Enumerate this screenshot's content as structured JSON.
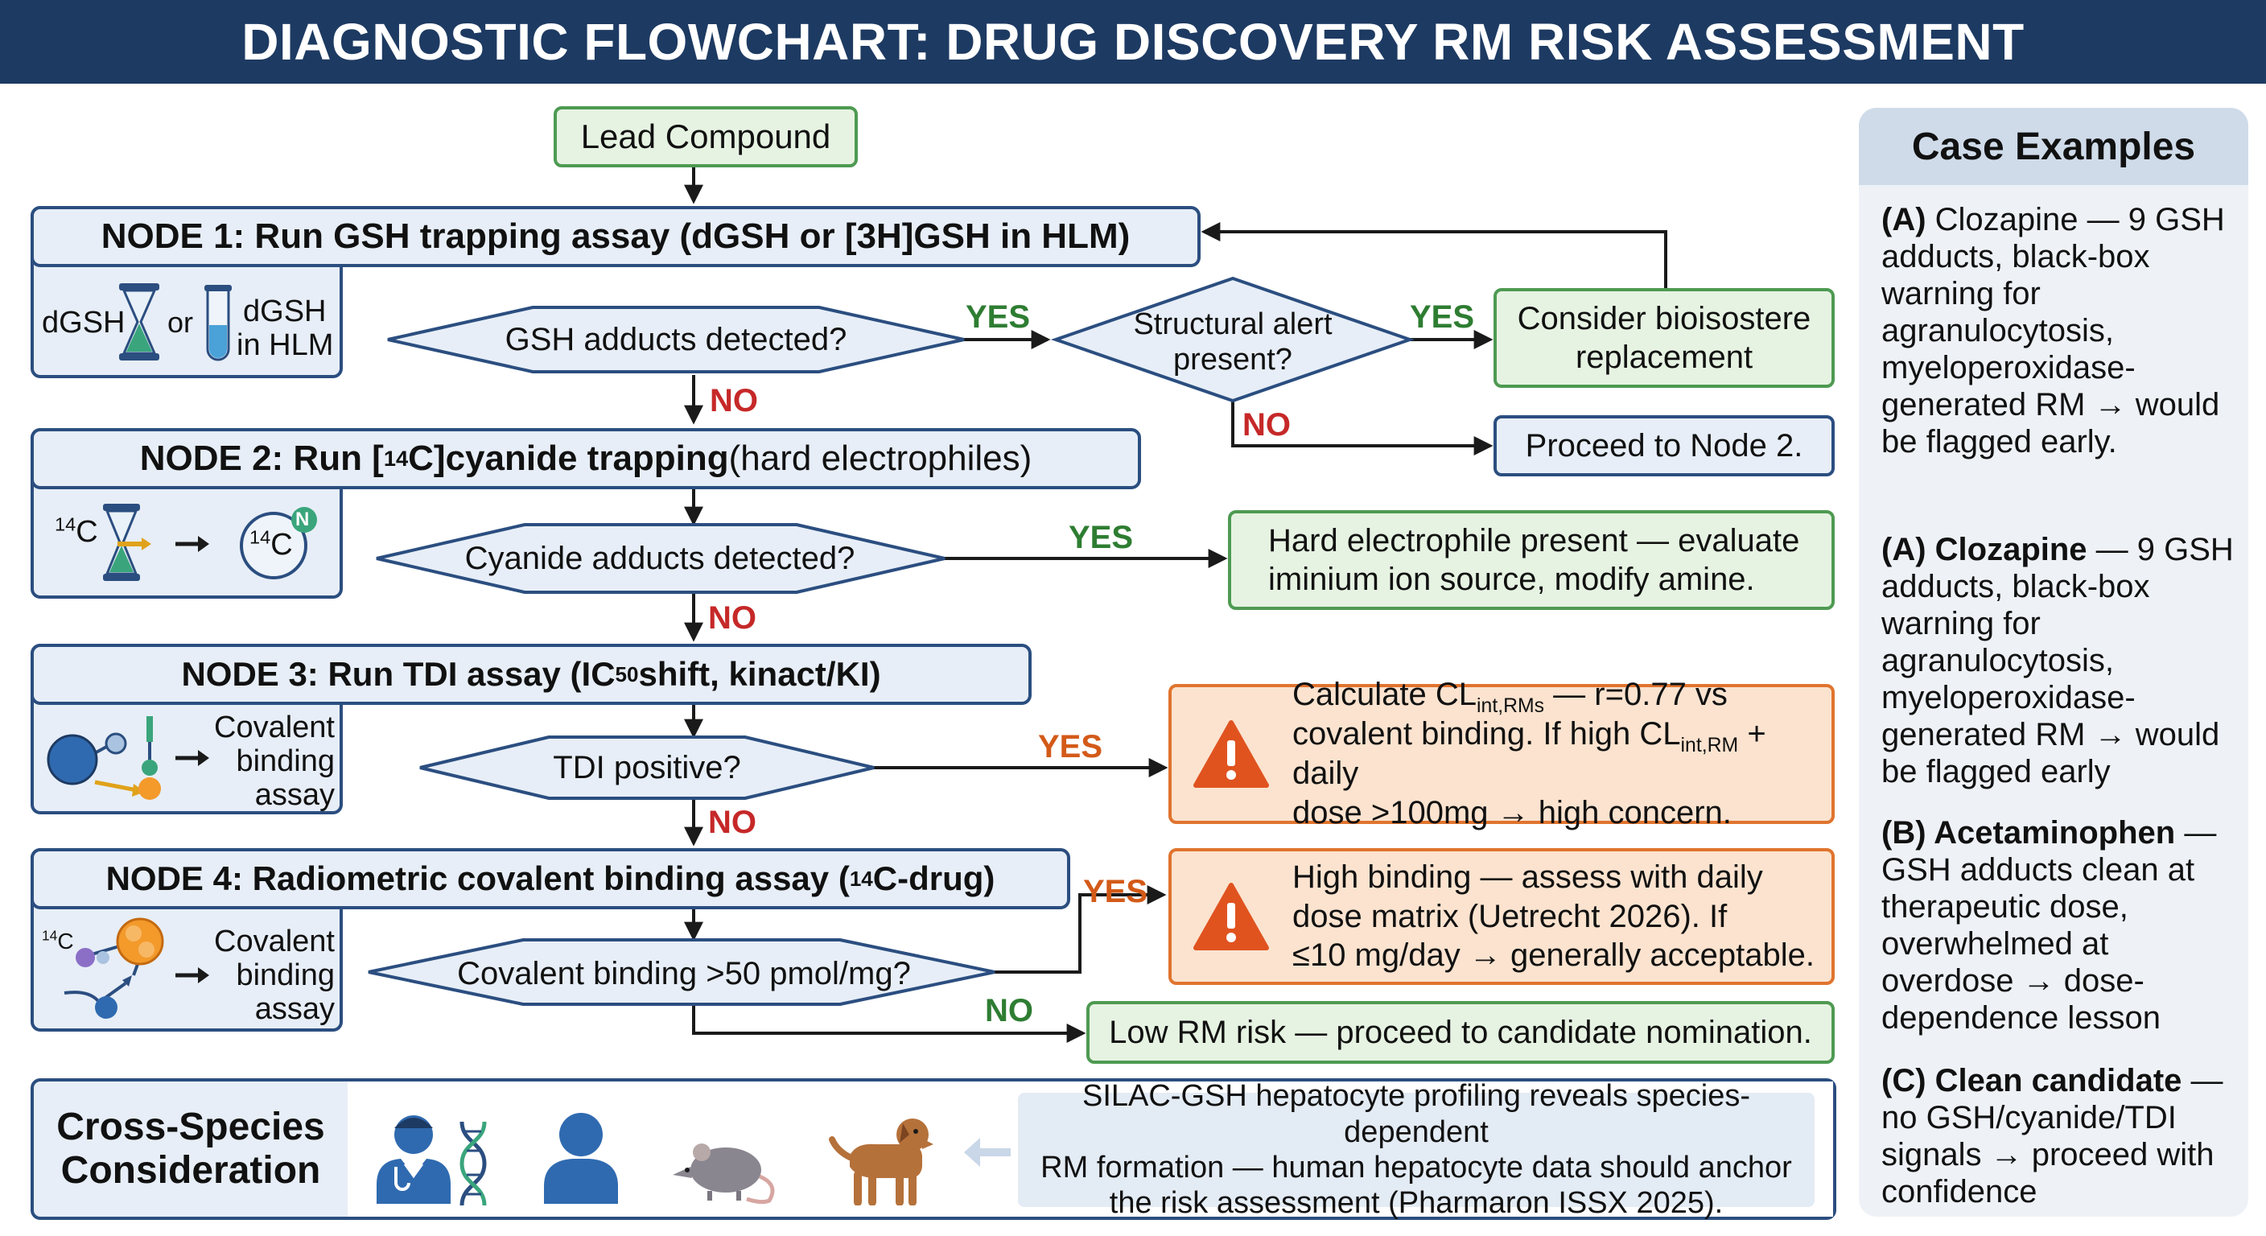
{
  "header": {
    "title": "DIAGNOSTIC FLOWCHART: DRUG DISCOVERY RM RISK ASSESSMENT"
  },
  "start": {
    "label": "Lead Compound"
  },
  "node1": {
    "title": "NODE 1: Run GSH trapping assay (dGSH or [3H]GSH in HLM)",
    "icon_left": "dGSH",
    "icon_or": "or",
    "icon_right_1": "dGSH",
    "icon_right_2": "in HLM",
    "question": "GSH adducts detected?",
    "yes": "YES",
    "no": "NO",
    "alert_question_1": "Structural alert",
    "alert_question_2": "present?",
    "alert_yes": "YES",
    "alert_no": "NO",
    "bioisostere_1": "Consider bioisostere",
    "bioisostere_2": "replacement",
    "proceed": "Proceed to Node 2."
  },
  "node2": {
    "title_pre": "NODE 2: Run [",
    "title_sup": "14",
    "title_post": "C]cyanide trapping",
    "title_light": " (hard electrophiles)",
    "icon_left_sup": "14",
    "icon_left": "C",
    "icon_right_sup": "14",
    "icon_right": "C",
    "icon_badge": "N",
    "question": "Cyanide adducts detected?",
    "yes": "YES",
    "no": "NO",
    "result_1": "Hard electrophile present — evaluate",
    "result_2": "iminium ion source, modify amine."
  },
  "node3": {
    "title_pre": "NODE 3: Run TDI assay (IC",
    "title_sub": "50",
    "title_post": " shift, kinact/KI)",
    "icon_text_1": "Covalent",
    "icon_text_2": "binding",
    "icon_text_3": "assay",
    "question": "TDI positive?",
    "yes": "YES",
    "no": "NO",
    "result_l1_pre": "Calculate CL",
    "result_l1_sub": "int,RMs",
    "result_l1_post": " — r=0.77 vs",
    "result_l2_pre": "covalent binding. If high CL",
    "result_l2_sub": "int,RM",
    "result_l2_post": " + daily",
    "result_l3": "dose >100mg → high concern."
  },
  "node4": {
    "title_pre": "NODE 4: Radiometric covalent binding assay (",
    "title_sup": "14",
    "title_post": "C-drug)",
    "icon_sup": "14",
    "icon_c": "C",
    "icon_text_1": "Covalent",
    "icon_text_2": "binding",
    "icon_text_3": "assay",
    "question": "Covalent binding >50 pmol/mg?",
    "yes": "YES",
    "no": "NO",
    "result_1": "High binding — assess with daily",
    "result_2": "dose matrix (Uetrecht 2026). If",
    "result_3": "≤10 mg/day → generally acceptable.",
    "low_risk": "Low RM risk — proceed to candidate nomination."
  },
  "cross": {
    "title_1": "Cross-Species",
    "title_2": "Consideration",
    "note_1": "SILAC-GSH hepatocyte profiling reveals species-dependent",
    "note_2": "RM formation — human hepatocyte data should anchor",
    "note_3": "the risk assessment (Pharmaron ISSX 2025).",
    "icons": [
      "doctor-icon",
      "dna-icon",
      "person-icon",
      "rat-icon",
      "dog-icon"
    ]
  },
  "cases": {
    "title": "Case Examples",
    "items": [
      {
        "lead": "(A)",
        "text": " Clozapine — 9 GSH adducts, black-box warning for agranulocytosis, myeloperoxidase-generated RM → would be flagged early."
      },
      {
        "lead": "(A) Clozapine",
        "text": " — 9 GSH adducts, black-box warning for agranulocytosis, myeloperoxidase-generated RM → would be flagged early"
      },
      {
        "lead": "(B) Acetaminophen",
        "text": " — GSH adducts clean at therapeutic dose, overwhelmed at overdose → dose-dependence lesson"
      },
      {
        "lead": "(C) Clean candidate",
        "text": " — no GSH/cyanide/TDI signals → proceed with confidence"
      }
    ]
  },
  "colors": {
    "navy": "#1d3a62",
    "node_fill": "#e7eef7",
    "node_border": "#2b4e80",
    "green_fill": "#e6f3e2",
    "green_border": "#4e9a52",
    "orange_fill": "#fbe3cf",
    "orange_border": "#e0742e",
    "yes_green": "#2e7d32",
    "no_red": "#c62828"
  }
}
